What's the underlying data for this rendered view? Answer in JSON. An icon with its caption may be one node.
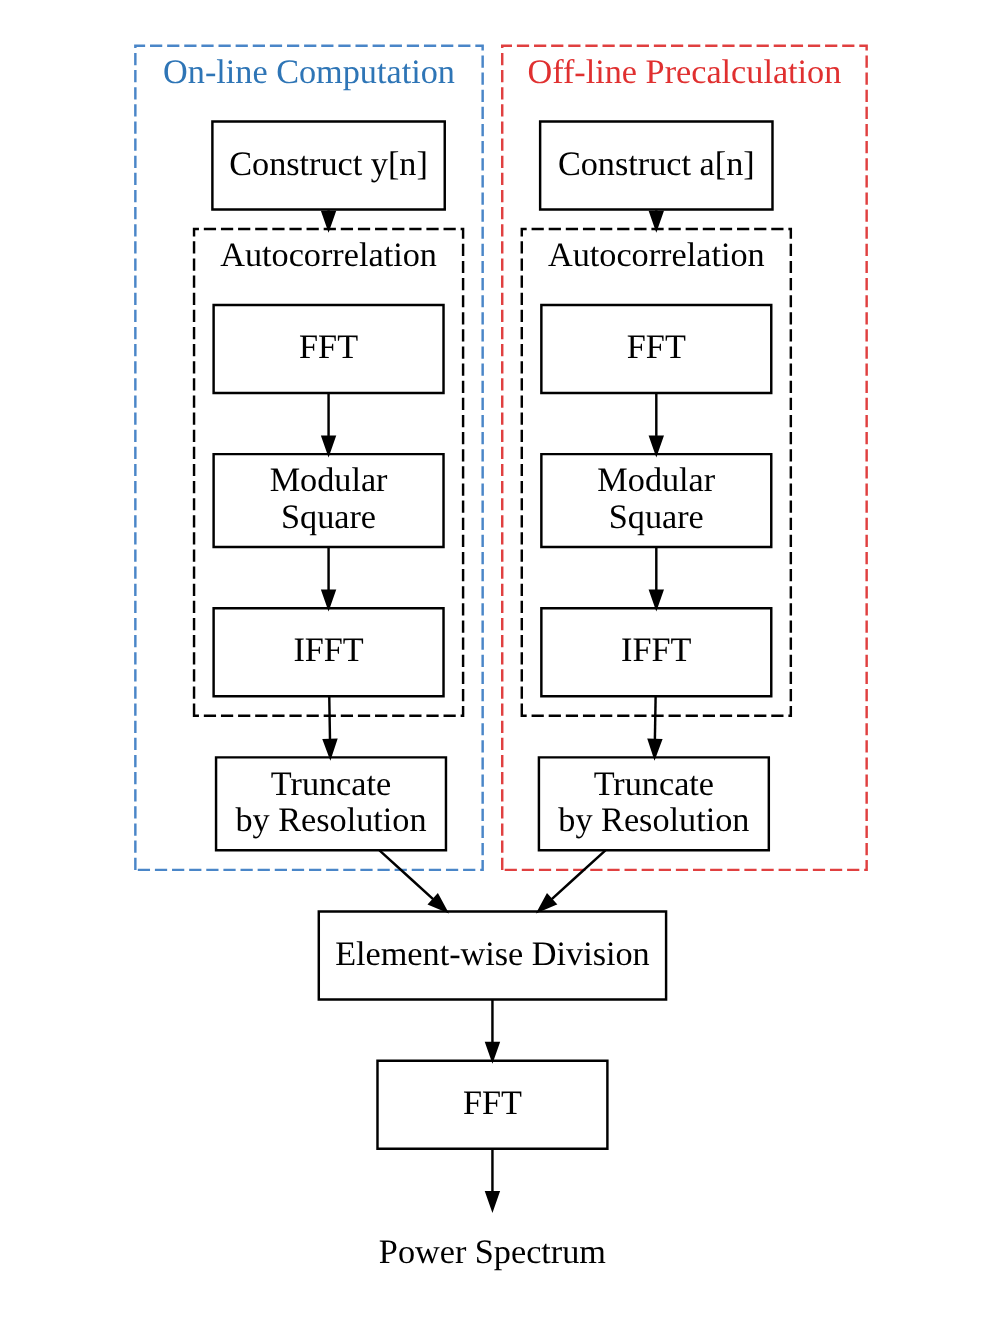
{
  "diagram": {
    "nodes": [
      {
        "text": [
          "On-line Computation"
        ]
      },
      {
        "text": [
          "Construct y[n]"
        ],
        "in": 0
      },
      {
        "text": [
          "Autocorrelation"
        ],
        "in": 0
      },
      {
        "text": [
          "FFT"
        ],
        "in": 2
      },
      {
        "text": [
          "Modular Square"
        ],
        "in": 2
      },
      {
        "text": [
          "IFFT"
        ],
        "in": 2
      },
      {
        "text": [
          "Truncate by Resolution"
        ],
        "in": 0
      },
      {
        "text": [
          "Off-line Precalculation"
        ]
      },
      {
        "text": [
          "Construct a[n]"
        ],
        "in": 7
      },
      {
        "text": [
          "Autocorrelation"
        ],
        "in": 7
      },
      {
        "text": [
          "FFT"
        ],
        "in": 9
      },
      {
        "text": [
          "Modular Square"
        ],
        "in": 9
      },
      {
        "text": [
          "IFFT"
        ],
        "in": 9
      },
      {
        "text": [
          "Truncate by Resolution"
        ],
        "in": 7
      },
      {
        "text": [
          "Element-wise Division"
        ]
      },
      {
        "text": [
          "FFT"
        ]
      },
      {
        "text": [
          "Power Spectrum"
        ]
      }
    ],
    "edges": [
      {
        "from": 1,
        "to": 3,
        "arrow": "to"
      },
      {
        "from": 3,
        "to": 4,
        "arrow": "to"
      },
      {
        "from": 4,
        "to": 5,
        "arrow": "to"
      },
      {
        "from": 5,
        "to": 6,
        "arrow": "to"
      },
      {
        "from": 6,
        "to": 14,
        "arrow": "to"
      },
      {
        "from": 8,
        "to": 10,
        "arrow": "to"
      },
      {
        "from": 10,
        "to": 11,
        "arrow": "to"
      },
      {
        "from": 11,
        "to": 12,
        "arrow": "to"
      },
      {
        "from": 12,
        "to": 13,
        "arrow": "to"
      },
      {
        "from": 13,
        "to": 14,
        "arrow": "to"
      },
      {
        "from": 14,
        "to": 15,
        "arrow": "to"
      },
      {
        "from": 15,
        "to": 16,
        "arrow": "to"
      }
    ]
  }
}
